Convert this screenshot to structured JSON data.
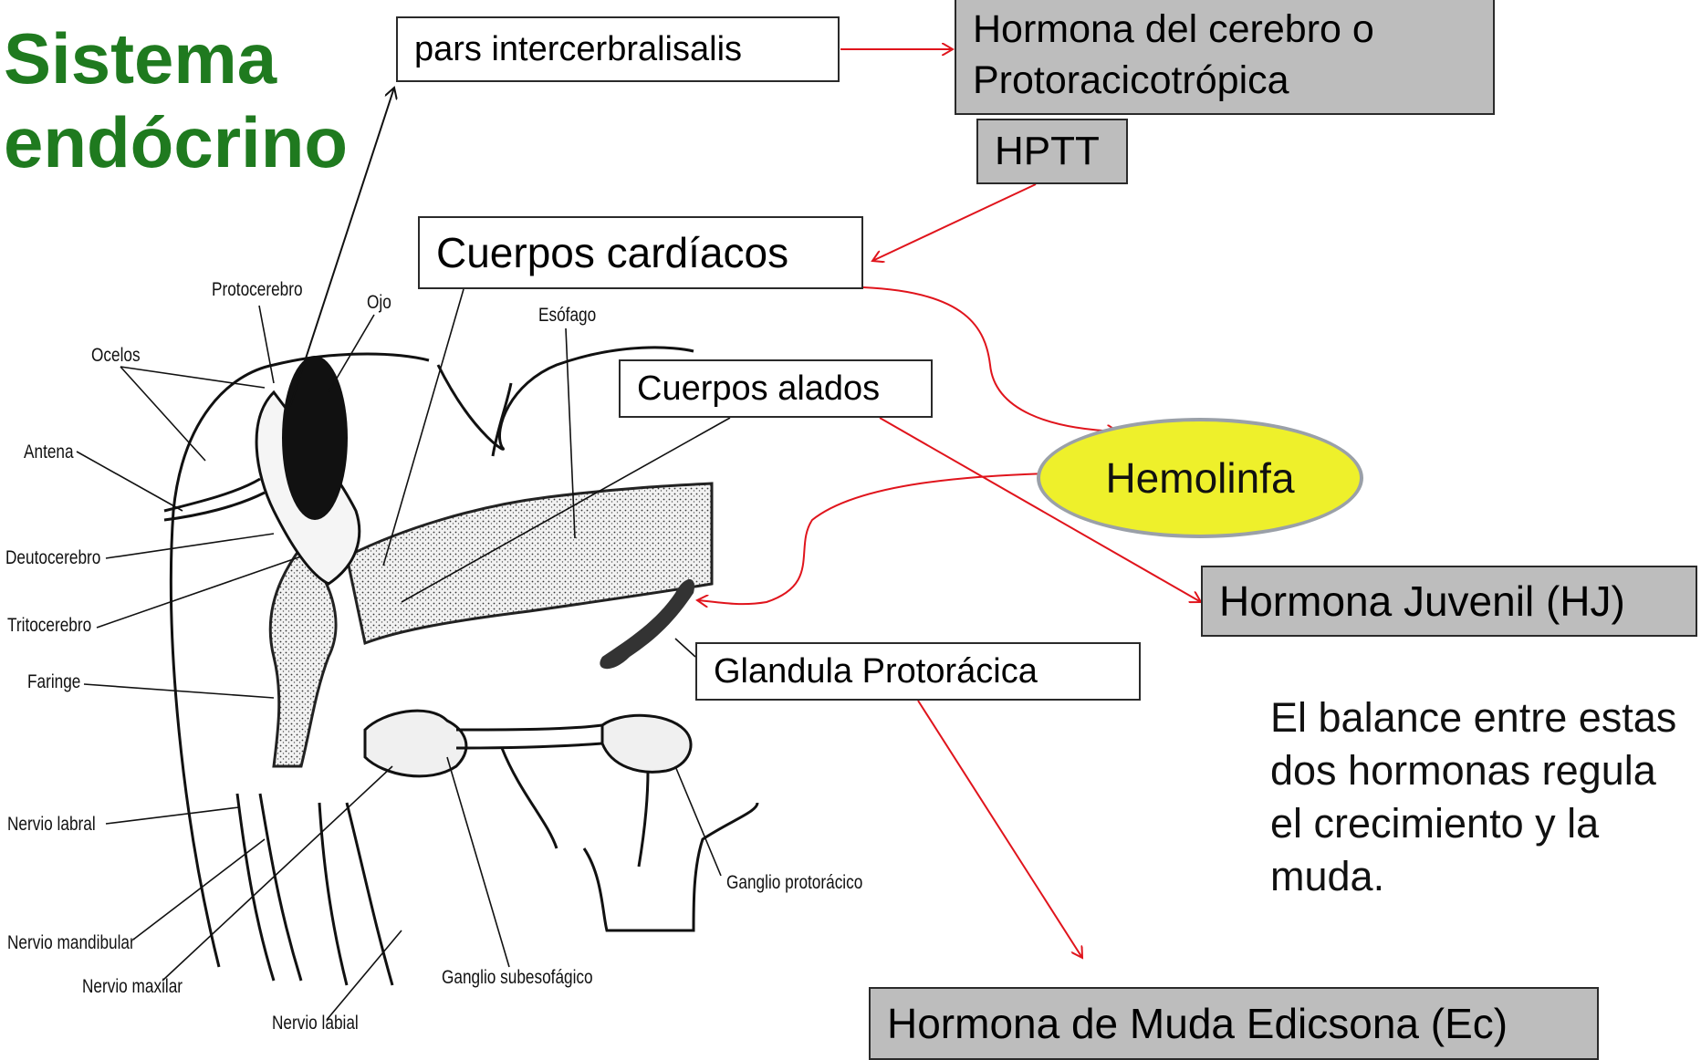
{
  "title": {
    "line1": "Sistema",
    "line2": "endócrino"
  },
  "boxes": {
    "pars": "pars intercerbralisalis",
    "hormona_cerebro": "Hormona del cerebro o Protoracicotrópica",
    "hptt": "HPTT",
    "cuerpos_cardiacos": "Cuerpos cardíacos",
    "cuerpos_alados": "Cuerpos alados",
    "hemolinfa": "Hemolinfa",
    "hormona_juvenil": "Hormona Juvenil (HJ)",
    "glandula": "Glandula Protorácica",
    "hormona_muda": "Hormona de Muda  Edicsona (Ec)"
  },
  "note": "El balance entre estas dos hormonas regula el crecimiento y la muda.",
  "anatomy_labels": {
    "protocerebro": "Protocerebro",
    "ojo": "Ojo",
    "esofago": "Esófago",
    "ocelos": "Ocelos",
    "antena": "Antena",
    "deutocerebro": "Deutocerebro",
    "tritocerebro": "Tritocerebro",
    "faringe": "Faringe",
    "nervio_labral": "Nervio labral",
    "nervio_mandibular": "Nervio mandibular",
    "nervio_maxilar": "Nervio maxilar",
    "nervio_labial": "Nervio labial",
    "ganglio_subesofagico": "Ganglio subesofágico",
    "ganglio_protoracico": "Ganglio protorácico"
  },
  "colors": {
    "title": "#1f7a1f",
    "arrows": "#e0141c",
    "hemolinfa_fill": "#eef02b",
    "gray_box": "#bdbdbd"
  }
}
